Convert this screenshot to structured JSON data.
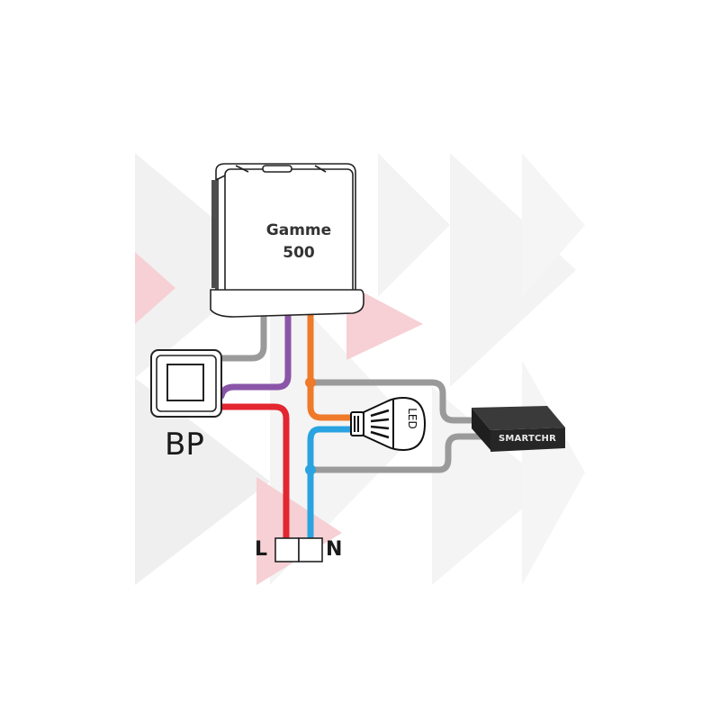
{
  "diagram": {
    "module": {
      "line1": "Gamme",
      "line2": "500"
    },
    "push_button_label": "BP",
    "bulb_label": "LED",
    "smart_device_label": "SMARTCHR",
    "terminal_left_label": "L",
    "terminal_right_label": "N"
  },
  "colors": {
    "wire_gray": "#9a9a9a",
    "wire_purple": "#8a55a8",
    "wire_orange": "#ee7a2a",
    "wire_red": "#e3262f",
    "wire_blue": "#2aa3e0",
    "bg_triangle_pink": "#f6d0d4",
    "bg_triangle_gray": "#eeeeee",
    "smart_device": "#2a2a2a"
  }
}
